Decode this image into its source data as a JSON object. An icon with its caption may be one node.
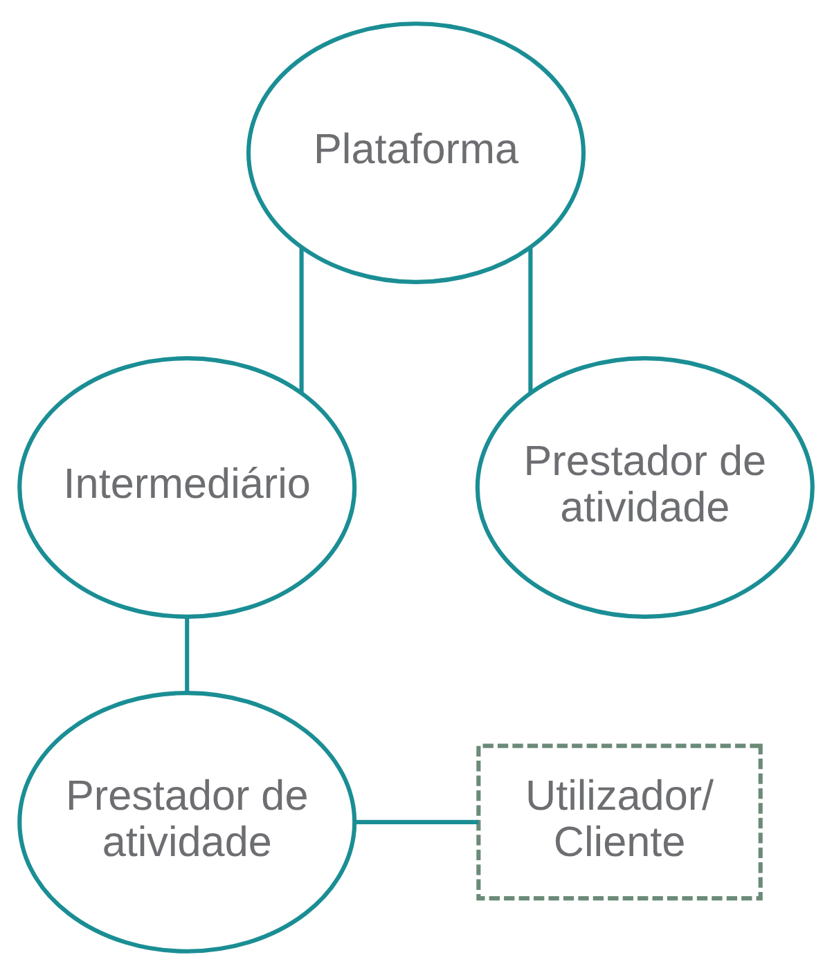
{
  "diagram": {
    "nodes": [
      {
        "text": [
          "Plataforma"
        ]
      },
      {
        "text": [
          "Intermediário"
        ]
      },
      {
        "text": [
          "Prestador de atividade"
        ]
      },
      {
        "text": [
          "Prestador de atividade"
        ]
      },
      {
        "text": [
          "Utilizador/ Cliente"
        ]
      }
    ],
    "edges": [
      {
        "from": 0,
        "to": 1,
        "arrow": "none"
      },
      {
        "from": 0,
        "to": 2,
        "arrow": "none"
      },
      {
        "from": 1,
        "to": 3,
        "arrow": "none"
      },
      {
        "from": 3,
        "to": 4,
        "arrow": "none"
      }
    ]
  }
}
